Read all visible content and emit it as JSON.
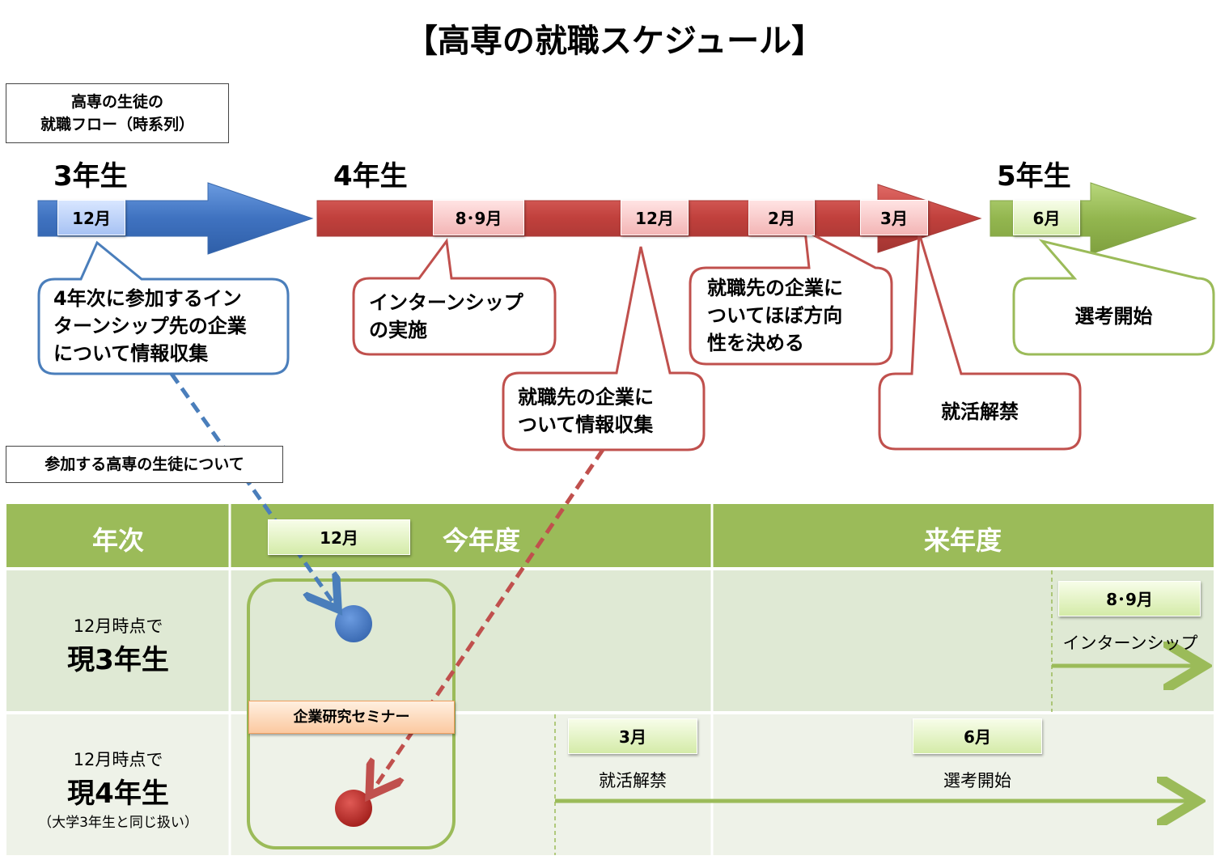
{
  "title": "【高専の就職スケジュール】",
  "flow_caption": [
    "高専の生徒の",
    "就職フロー（時系列）"
  ],
  "students_caption": "参加する高専の生徒について",
  "years": {
    "y3": "3年生",
    "y4": "4年生",
    "y5": "5年生"
  },
  "timeline_tags": {
    "y3_dec": "12月",
    "y4_aug_sep": "8･9月",
    "y4_dec": "12月",
    "y4_feb": "2月",
    "y4_mar": "3月",
    "y5_jun": "6月"
  },
  "callouts": {
    "info_internship": [
      "4年次に参加するイン",
      "ターンシップ先の企業",
      "について情報収集"
    ],
    "internship": [
      "インターンシップ",
      "の実施"
    ],
    "info_company": [
      "就職先の企業に",
      "ついて情報収集"
    ],
    "direction": [
      "就職先の企業に",
      "ついてほぼ方向",
      "性を決める"
    ],
    "kaikin": "就活解禁",
    "selection": "選考開始"
  },
  "table": {
    "header_year": "年次",
    "header_this": "今年度",
    "header_next": "来年度",
    "header_tag": "12月",
    "row1": {
      "prefix": "12月時点で",
      "label": "現3年生"
    },
    "row2": {
      "prefix": "12月時点で",
      "label": "現4年生",
      "note": "（大学3年生と同じ扱い）"
    },
    "seminar": "企業研究セミナー",
    "row1_tag": "8･9月",
    "row1_caption": "インターンシップ",
    "row2_tag1": "3月",
    "row2_caption1": "就活解禁",
    "row2_tag2": "6月",
    "row2_caption2": "選考開始"
  },
  "colors": {
    "blue": "#4a7ebb",
    "red": "#c0504d",
    "green": "#9bbb59",
    "table_header": "#9bbb59",
    "table_row1": "#dfe9d4",
    "table_row2": "#eef2e8"
  }
}
